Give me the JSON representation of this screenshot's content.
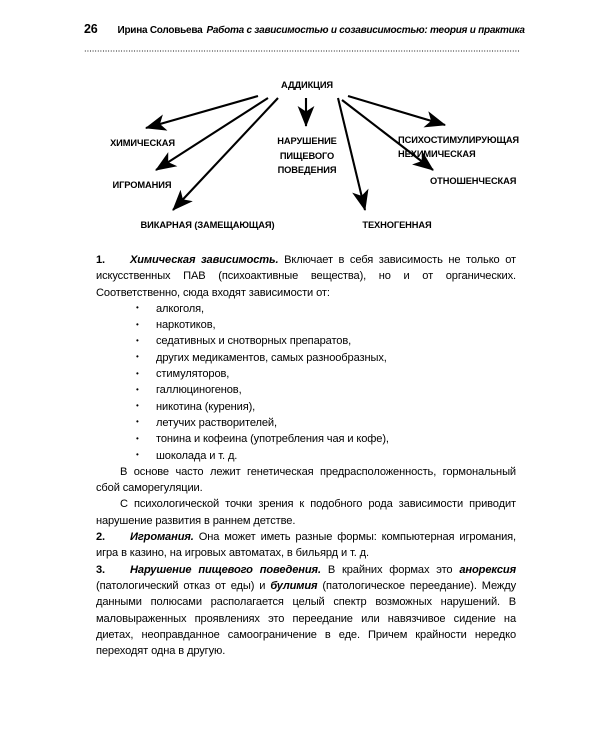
{
  "page": {
    "folio": "26",
    "author": "Ирина Соловьева",
    "book_title": "Работа с зависимостью и созависимостью: теория и практика"
  },
  "diagram": {
    "type": "radial-arrow-diagram",
    "root": "АДДИКЦИЯ",
    "nodes": [
      "ХИМИЧЕСКАЯ",
      "ИГРОМАНИЯ",
      "ВИКАРНАЯ (ЗАМЕЩАЮЩАЯ)",
      "НАРУШЕНИЕ",
      "ПИЩЕВОГО",
      "ПОВЕДЕНИЯ",
      "ТЕХНОГЕННАЯ",
      "ПСИХОСТИМУЛИРУЮЩАЯ",
      "НЕХИМИЧЕСКАЯ",
      "ОТНОШЕНЧЕСКАЯ"
    ],
    "food_line1": "НАРУШЕНИЕ",
    "food_line2": "ПИЩЕВОГО",
    "food_line3": "ПОВЕДЕНИЯ"
  },
  "content": {
    "item1": {
      "number": "1.",
      "run_in": "Химическая зависимость.",
      "text_a": " Включает в себя зависимость не только от искусственных ПАВ (психоактивные вещества), но и от органических. Соответственно, сюда входят зависимости от:"
    },
    "bullets": [
      "алкоголя,",
      "наркотиков,",
      "седативных и снотворных препаратов,",
      "других медикаментов, самых разнообразных,",
      "стимуляторов,",
      "галлюциногенов,",
      "никотина (курения),",
      "летучих растворителей,",
      "тонина и кофеина (употребления чая и кофе),",
      "шоколада и т. д."
    ],
    "para_genetic": "В основе часто лежит генетическая предрасположенность, гормональный сбой саморегуляции.",
    "para_psych": "С психологической точки зрения к подобного рода зависимости приводит нарушение развития в раннем детстве.",
    "item2": {
      "number": "2.",
      "run_in": "Игромания.",
      "text_a": " Она может иметь разные формы: компьютерная игромания, игра в казино, на игровых автоматах, в бильярд и т. д."
    },
    "item3": {
      "number": "3.",
      "run_in": "Нарушение пищевого поведения.",
      "text_a": " В крайних формах это ",
      "term1": "анорексия",
      "text_b": " (патологический отказ от еды) и ",
      "term2": "булимия",
      "text_c": " (патологическое переедание). Между данными полюсами располагается целый спектр возможных нарушений. В маловыраженных проявлениях это переедание или навязчивое сидение на диетах, неоправданное самоограничение в еде. Причем крайности нередко переходят одна в другую."
    }
  }
}
